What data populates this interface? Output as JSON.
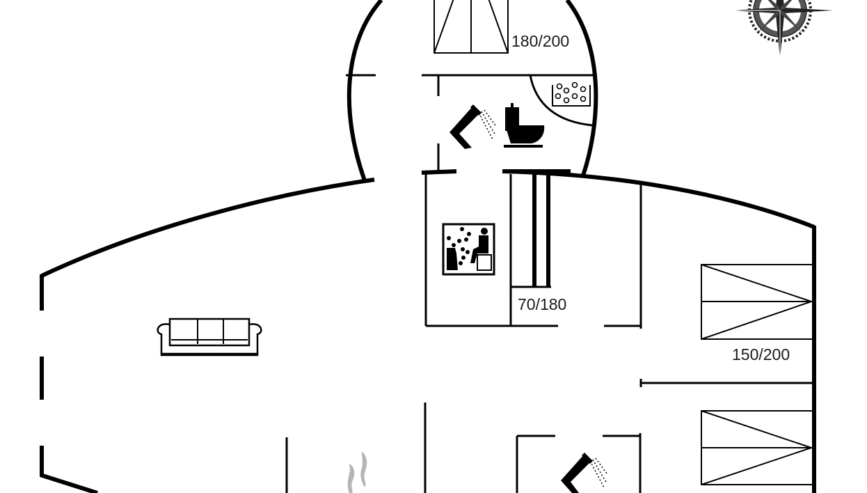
{
  "plan": {
    "labels": {
      "bed_top": "180/200",
      "bed_hall": "70/180",
      "bed_right": "150/200"
    },
    "rooms": [
      {
        "name": "living-room",
        "icon": "sofa-icon"
      },
      {
        "name": "bathroom-top",
        "icons": [
          "shower-icon",
          "toilet-icon",
          "whirlpool-icon"
        ]
      },
      {
        "name": "sauna",
        "icon": "sauna-icon"
      },
      {
        "name": "bedroom-top",
        "bed": "180/200"
      },
      {
        "name": "bedroom-right",
        "beds": [
          "150/200",
          "bunk"
        ]
      },
      {
        "name": "bathroom-bottom",
        "icon": "shower-icon"
      },
      {
        "name": "fireplace",
        "icon": "fireplace-icon"
      }
    ],
    "compass": "compass-rose-icon",
    "colors": {
      "wall": "#000000",
      "background": "#ffffff",
      "smoke": "#b5b5b5",
      "text": "#1a1a1a"
    }
  }
}
